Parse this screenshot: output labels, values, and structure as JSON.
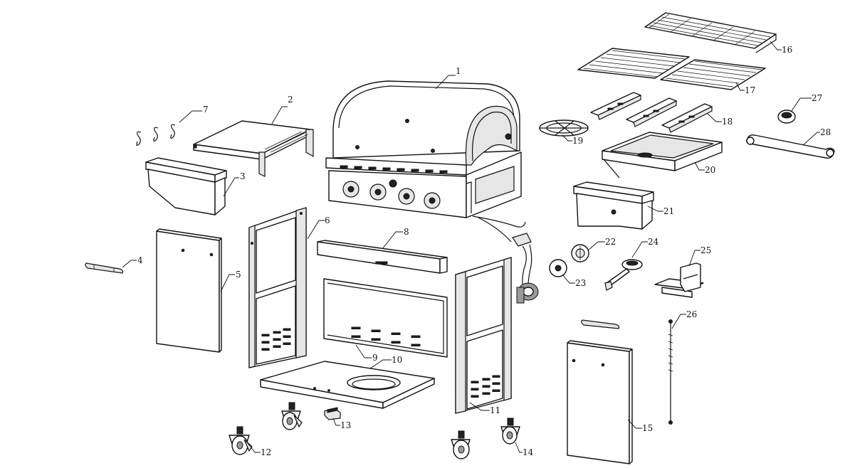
{
  "diagram": {
    "type": "exploded-parts-view",
    "callouts": [
      "1",
      "2",
      "3",
      "4",
      "5",
      "6",
      "7",
      "8",
      "9",
      "10",
      "11",
      "12",
      "13",
      "14",
      "15",
      "16",
      "17",
      "18",
      "19",
      "20",
      "21",
      "22",
      "23",
      "24",
      "25",
      "26",
      "27",
      "28"
    ]
  }
}
